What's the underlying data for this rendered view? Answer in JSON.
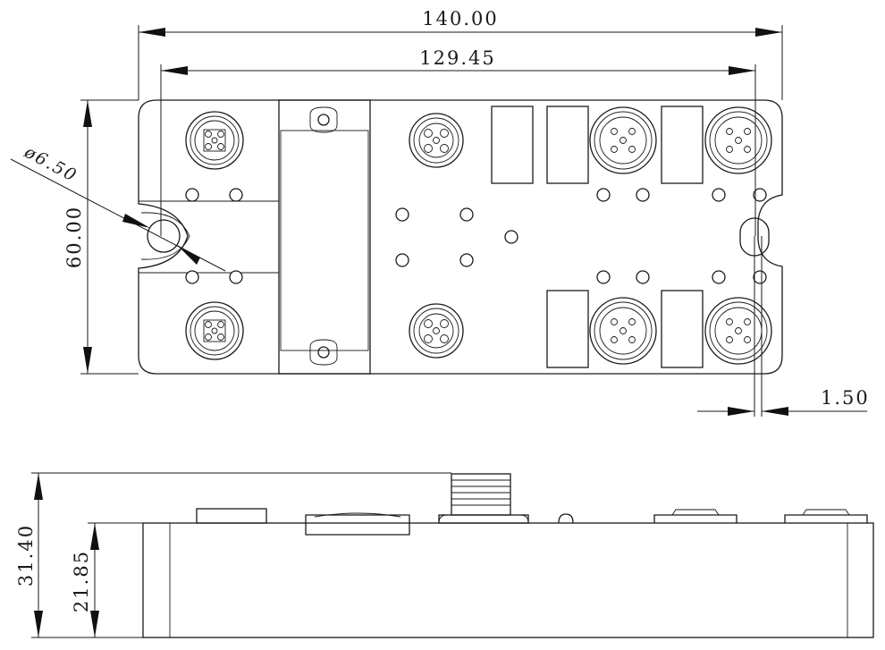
{
  "dimensions": {
    "overall_length": "140.00",
    "hole_spacing": "129.45",
    "width": "60.00",
    "hole_diameter": "ø6.50",
    "edge_offset": "1.50",
    "total_height": "31.40",
    "body_height": "21.85"
  },
  "colors": {
    "line": "#1a1a1a",
    "background": "#ffffff"
  }
}
